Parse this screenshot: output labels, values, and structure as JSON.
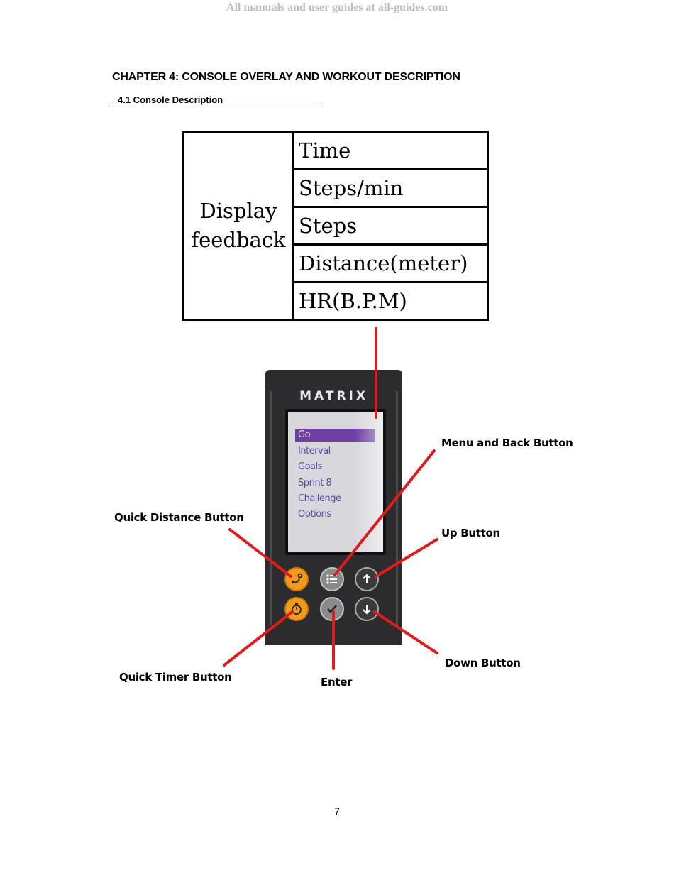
{
  "watermark": "All manuals and user guides at all-guides.com",
  "chapter_title": "CHAPTER 4: CONSOLE OVERLAY AND WORKOUT DESCRIPTION",
  "section_title": "4.1 Console Description",
  "feedback_table": {
    "left_line1": "Display",
    "left_line2": "feedback",
    "rows": [
      "Time",
      "Steps/min",
      "Steps",
      "Distance(meter)",
      "HR(B.P.M)"
    ]
  },
  "console": {
    "brand": "MATRIX",
    "menu": [
      "Go",
      "Interval",
      "Goals",
      "Sprint 8",
      "Challenge",
      "Options"
    ],
    "selected_menu": "Go"
  },
  "callouts": {
    "menu_back": "Menu and Back Button",
    "quick_distance": "Quick Distance Button",
    "up": "Up Button",
    "down": "Down Button",
    "quick_timer": "Quick Timer Button",
    "enter": "Enter"
  },
  "colors": {
    "callout_line": "#e11b1b",
    "quick_button": "#f29a1a",
    "menu_highlight": "#6d3f9e"
  },
  "page_number": "7"
}
